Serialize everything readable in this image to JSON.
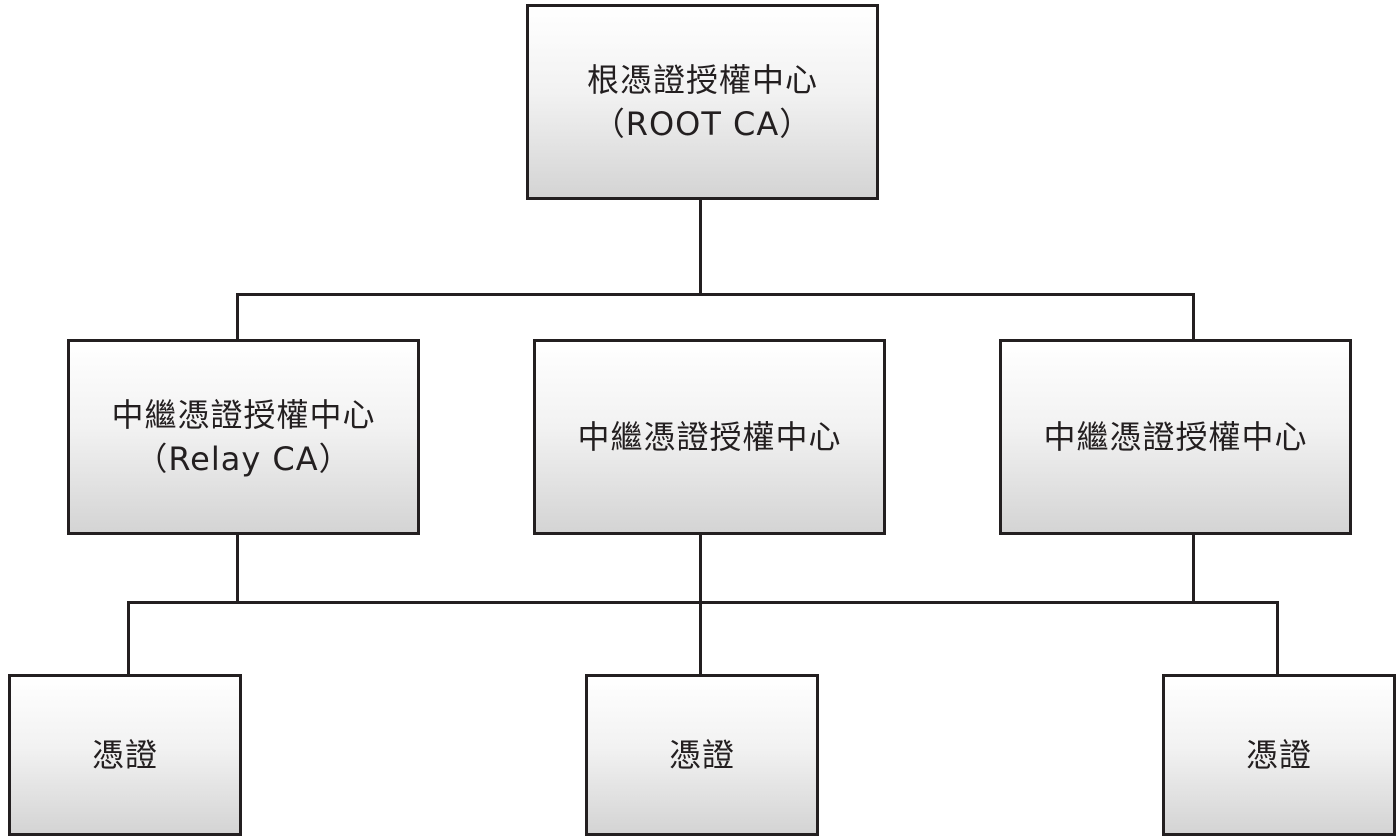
{
  "diagram": {
    "root": {
      "line1": "根憑證授權中心",
      "line2": "（ROOT CA）"
    },
    "relays": [
      {
        "line1": "中繼憑證授權中心",
        "line2": "（Relay CA）"
      },
      {
        "line1": "中繼憑證授權中心",
        "line2": ""
      },
      {
        "line1": "中繼憑證授權中心",
        "line2": ""
      }
    ],
    "certificates": [
      {
        "label": "憑證"
      },
      {
        "label": "憑證"
      },
      {
        "label": "憑證"
      }
    ]
  },
  "colors": {
    "stroke": "#231f20",
    "fill_top": "#ffffff",
    "fill_bottom": "#d4d4d4",
    "background": "#ffffff"
  }
}
